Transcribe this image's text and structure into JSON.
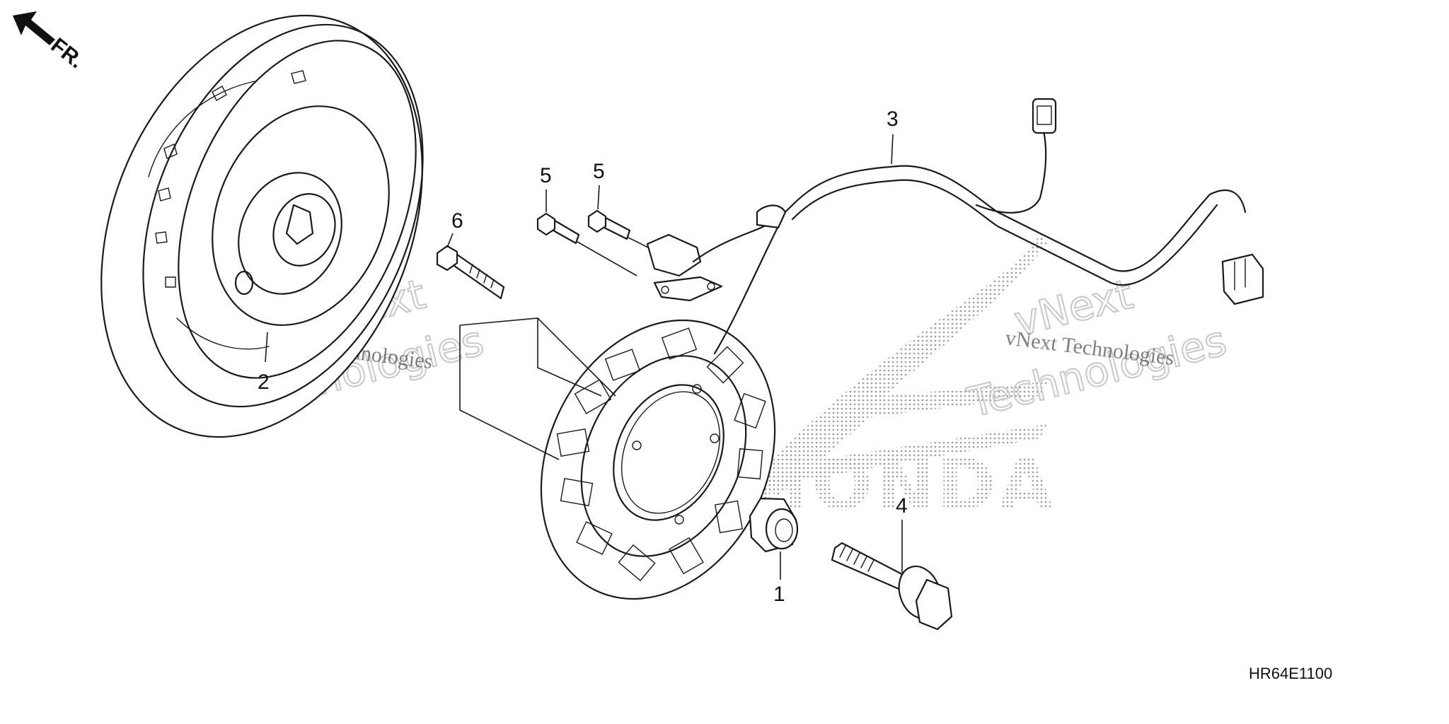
{
  "orientation": {
    "label": "FR."
  },
  "diagram_code": "HR64E1100",
  "callouts": [
    {
      "part": "stator-nut",
      "number": "1"
    },
    {
      "part": "flywheel",
      "number": "2"
    },
    {
      "part": "wire-harness",
      "number": "3"
    },
    {
      "part": "flange-bolt",
      "number": "4"
    },
    {
      "part": "pulser-bolt-a",
      "number": "5"
    },
    {
      "part": "pulser-bolt-b",
      "number": "5"
    },
    {
      "part": "stator-bolt",
      "number": "6"
    }
  ],
  "watermarks": {
    "serif_text": "vNext Technologies",
    "outline_line1": "vNext",
    "outline_line2": "Technologies"
  },
  "logo": {
    "text": "HONDA"
  },
  "colors": {
    "ink": "#1a1a1a",
    "logo_dots": "#9a9a9a",
    "watermark": "#c8c8c8"
  }
}
